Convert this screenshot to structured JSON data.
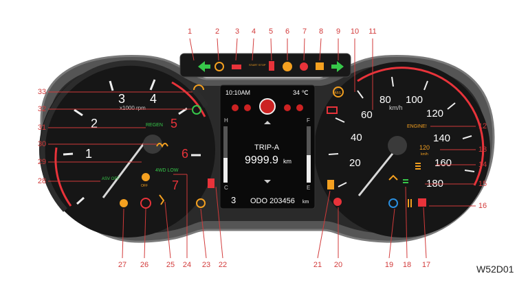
{
  "figure_code": "W52D01",
  "callouts": [
    "1",
    "2",
    "3",
    "4",
    "5",
    "6",
    "7",
    "8",
    "9",
    "10",
    "11",
    "12",
    "13",
    "14",
    "15",
    "16",
    "17",
    "18",
    "19",
    "20",
    "21",
    "22",
    "23",
    "24",
    "25",
    "26",
    "27",
    "28",
    "29",
    "30",
    "31",
    "32",
    "33"
  ],
  "tachometer": {
    "numbers": [
      "1",
      "2",
      "3",
      "4",
      "5",
      "6",
      "7"
    ],
    "unit": "x1000 rpm"
  },
  "speedometer": {
    "numbers": [
      "20",
      "40",
      "60",
      "80",
      "100",
      "120",
      "140",
      "160",
      "180"
    ],
    "unit": "km/h"
  },
  "display": {
    "clock": "10:10AM",
    "temperature": "34 ℃",
    "trip_label": "TRIP-A",
    "trip_value": "9999.9",
    "trip_unit": "km",
    "gear": "3",
    "odometer": "ODO 203456",
    "odometer_unit": "km",
    "fuel_full": "F",
    "fuel_empty": "E",
    "temp_hot": "H",
    "temp_cold": "C"
  },
  "indicators": {
    "regen": "REGEN",
    "engine": "ENGINE!",
    "speed_limit_value": "120",
    "speed_limit_unit": "km/h",
    "four_wd_low": "4WD LOW",
    "abs": "ABS",
    "asv_off": "ASV OFF",
    "start_stop": "START STOP",
    "off_label": "OFF"
  },
  "colors": {
    "callout": "#d23a3a",
    "panel": "#141414",
    "bezel": "#5a5a5a",
    "indicator_red": "#e8333a",
    "indicator_green": "#37c84a",
    "indicator_amber": "#f4a020",
    "needle": "#d8d8d8"
  }
}
